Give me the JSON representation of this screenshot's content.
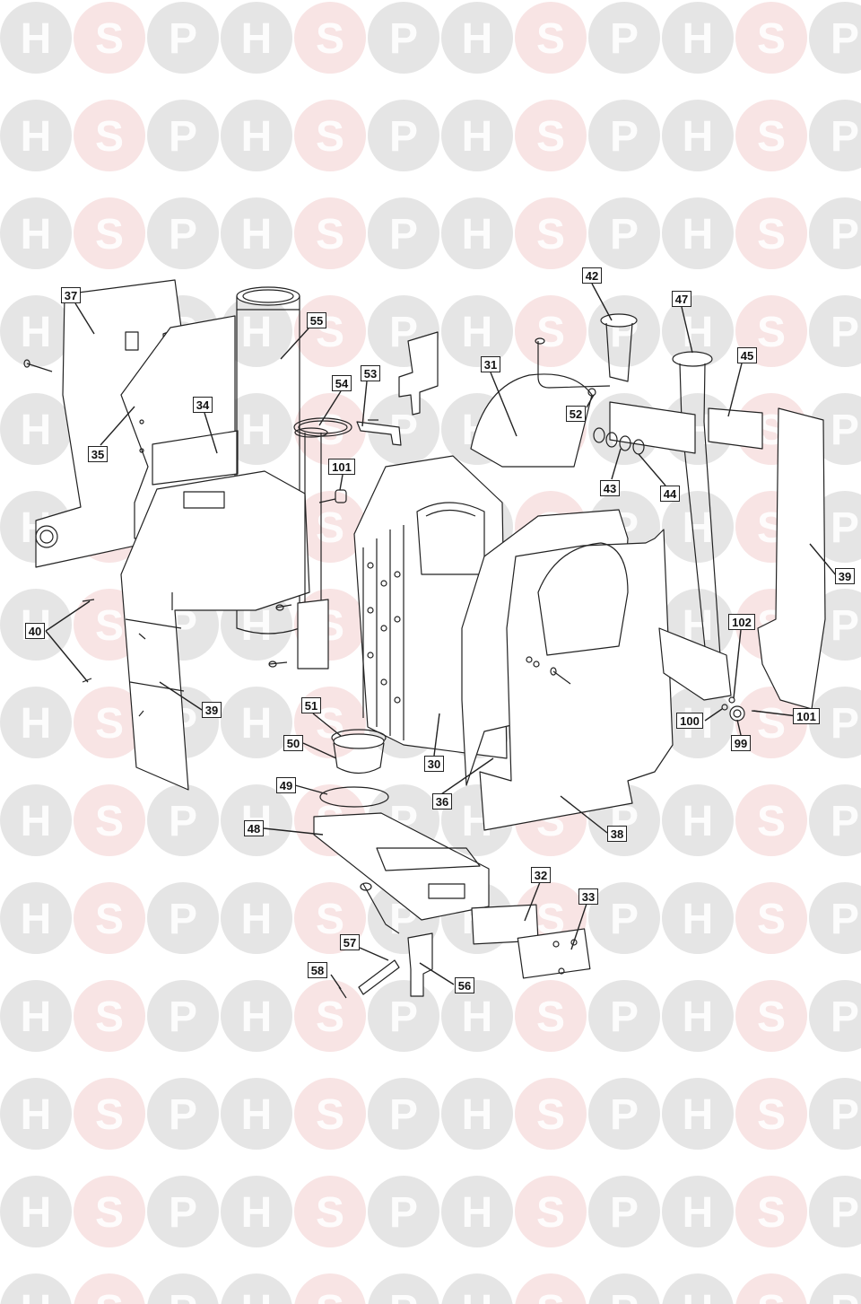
{
  "watermark": {
    "letters": [
      "H",
      "S",
      "P"
    ],
    "colors": [
      "#cfcfcf",
      "#f2cdcd",
      "#cfcfcf"
    ]
  },
  "callouts": [
    {
      "id": "c42",
      "text": "42"
    },
    {
      "id": "c47",
      "text": "47"
    },
    {
      "id": "c37",
      "text": "37"
    },
    {
      "id": "c55",
      "text": "55"
    },
    {
      "id": "c45",
      "text": "45"
    },
    {
      "id": "c53",
      "text": "53"
    },
    {
      "id": "c31",
      "text": "31"
    },
    {
      "id": "c54",
      "text": "54"
    },
    {
      "id": "c34",
      "text": "34"
    },
    {
      "id": "c52",
      "text": "52"
    },
    {
      "id": "c35",
      "text": "35"
    },
    {
      "id": "c101a",
      "text": "101"
    },
    {
      "id": "c43",
      "text": "43"
    },
    {
      "id": "c44",
      "text": "44"
    },
    {
      "id": "c39a",
      "text": "39"
    },
    {
      "id": "c40",
      "text": "40"
    },
    {
      "id": "c102",
      "text": "102"
    },
    {
      "id": "c39b",
      "text": "39"
    },
    {
      "id": "c100",
      "text": "100"
    },
    {
      "id": "c101b",
      "text": "101"
    },
    {
      "id": "c51",
      "text": "51"
    },
    {
      "id": "c99",
      "text": "99"
    },
    {
      "id": "c50",
      "text": "50"
    },
    {
      "id": "c30",
      "text": "30"
    },
    {
      "id": "c49",
      "text": "49"
    },
    {
      "id": "c36",
      "text": "36"
    },
    {
      "id": "c48",
      "text": "48"
    },
    {
      "id": "c38",
      "text": "38"
    },
    {
      "id": "c32",
      "text": "32"
    },
    {
      "id": "c33",
      "text": "33"
    },
    {
      "id": "c57",
      "text": "57"
    },
    {
      "id": "c58",
      "text": "58"
    },
    {
      "id": "c56",
      "text": "56"
    }
  ]
}
